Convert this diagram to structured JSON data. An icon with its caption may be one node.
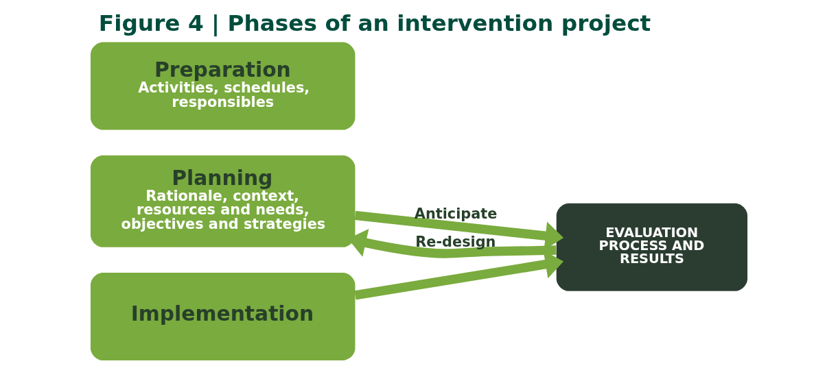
{
  "diagram": {
    "title": "Figure 4 | Phases of an intervention project",
    "nodes": [
      {
        "text": [
          "Planning",
          "Rationale, context, resources and needs, objectives and strategies"
        ]
      },
      {
        "text": [
          "Preparation",
          "Activities, schedules, responsibles"
        ]
      },
      {
        "text": [
          "Implementation"
        ]
      },
      {
        "text": [
          "EVALUATION PROCESS AND RESULTS"
        ]
      }
    ],
    "edges": [
      {
        "from": 0,
        "to": 3,
        "arrow": "to",
        "label": "Anticipate"
      },
      {
        "from": 3,
        "to": 0,
        "arrow": "to",
        "label": "Re-design"
      },
      {
        "from": 2,
        "to": 3,
        "arrow": "to"
      }
    ]
  }
}
